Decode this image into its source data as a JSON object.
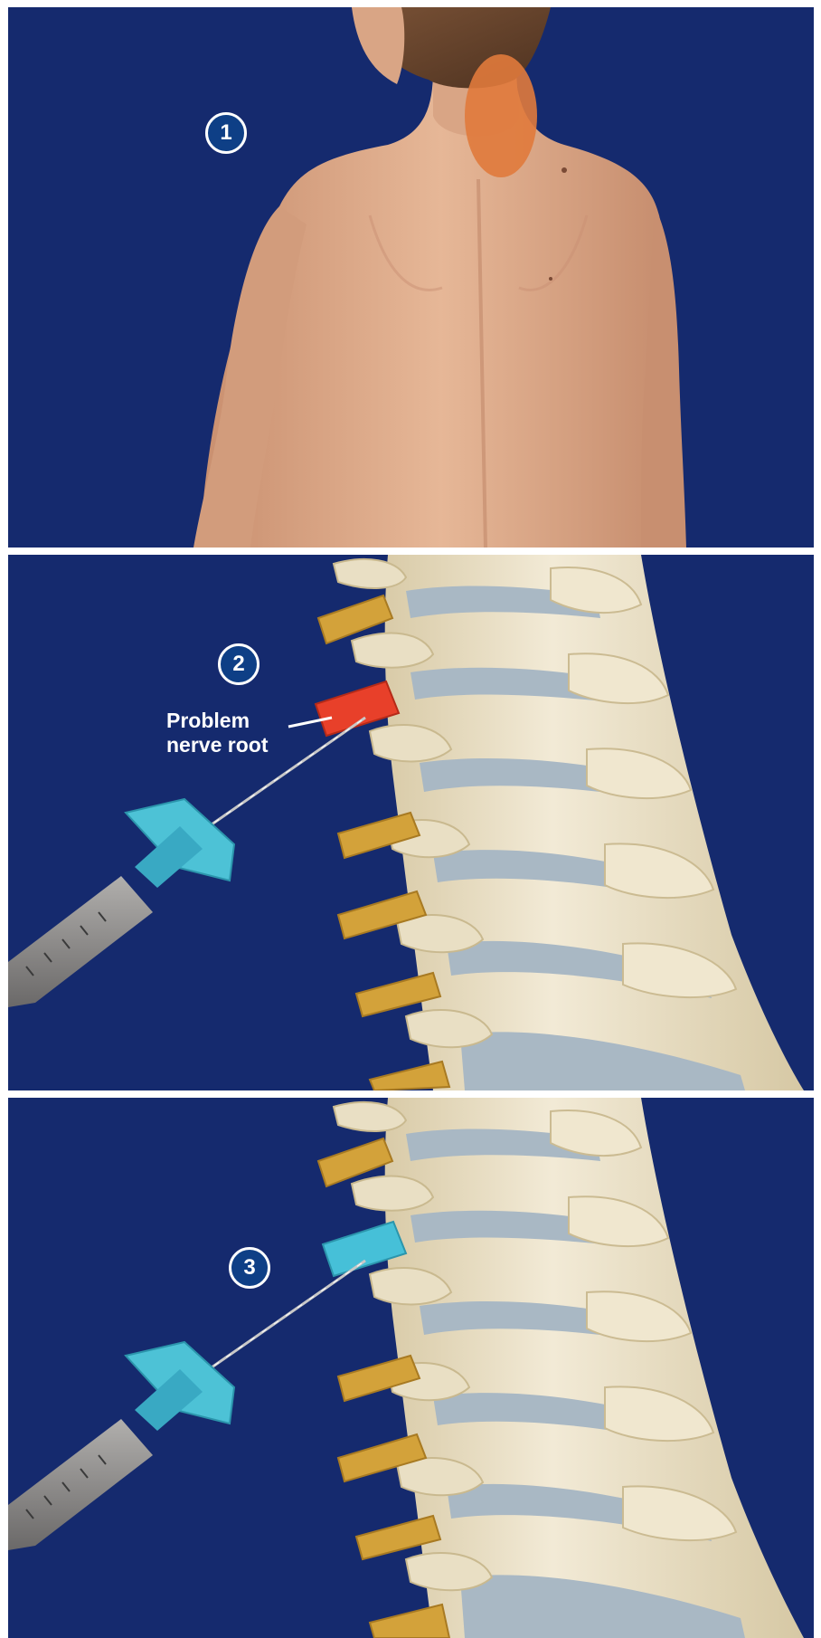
{
  "steps": [
    {
      "number": "1"
    },
    {
      "number": "2",
      "callout": [
        "Problem",
        "nerve root"
      ]
    },
    {
      "number": "3"
    }
  ],
  "colors": {
    "background": "#152a6e",
    "separator": "#ffffff",
    "pain_area": "#e07a3c",
    "inflamed_nerve_root": "#e8402a",
    "treated_nerve_root": "#46c0d8",
    "nerve_roots": "#d3a23a",
    "bone": "#eee5cc",
    "syringe_hub": "#4dc2d6",
    "badge_fill": "#0e3f86"
  }
}
